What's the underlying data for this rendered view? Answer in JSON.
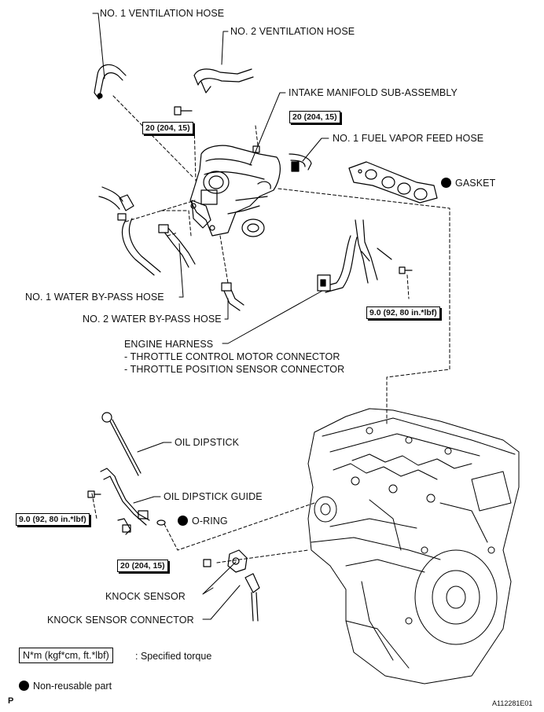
{
  "labels": {
    "vent_hose_1": "NO. 1 VENTILATION HOSE",
    "vent_hose_2": "NO. 2 VENTILATION HOSE",
    "intake_manifold": "INTAKE MANIFOLD SUB-ASSEMBLY",
    "fuel_vapor_hose": "NO. 1 FUEL VAPOR FEED HOSE",
    "gasket": "GASKET",
    "water_bypass_1": "NO. 1 WATER BY-PASS HOSE",
    "water_bypass_2": "NO. 2 WATER BY-PASS HOSE",
    "engine_harness": "ENGINE HARNESS",
    "throttle_motor_connector": "- THROTTLE CONTROL MOTOR CONNECTOR",
    "throttle_sensor_connector": "- THROTTLE POSITION SENSOR CONNECTOR",
    "oil_dipstick": "OIL DIPSTICK",
    "oil_dipstick_guide": "OIL DIPSTICK GUIDE",
    "o_ring": "O-RING",
    "knock_sensor": "KNOCK SENSOR",
    "knock_sensor_connector": "KNOCK SENSOR CONNECTOR"
  },
  "torques": {
    "bolt_manifold_left": "20 (204, 15)",
    "bolt_manifold_right": "20 (204, 15)",
    "bolt_harness": "9.0 (92, 80 in.*lbf)",
    "bolt_dipstick_guide": "9.0 (92, 80 in.*lbf)",
    "nut_knock_sensor": "20 (204, 15)"
  },
  "legend": {
    "torque_box": "N*m (kgf*cm, ft.*lbf)",
    "torque_text": ": Specified torque",
    "nonreusable_text": "Non-reusable part"
  },
  "footer": {
    "page_mark": "P",
    "figure_id": "A112281E01"
  }
}
